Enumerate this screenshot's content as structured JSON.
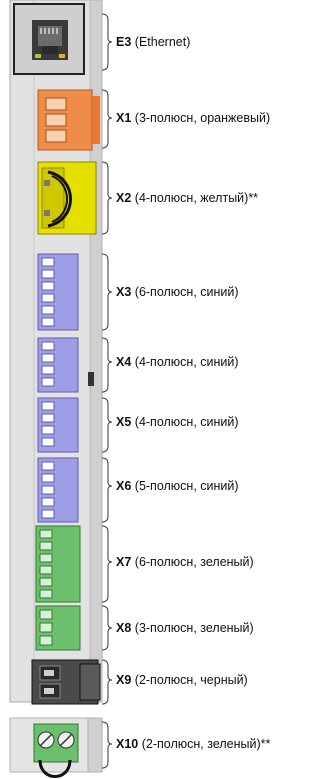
{
  "connectors": [
    {
      "id": "E3",
      "desc": "(Ethernet)"
    },
    {
      "id": "X1",
      "desc": "(3-полюсн, оранжевый)"
    },
    {
      "id": "X2",
      "desc": "(4-полюсн, желтый)**"
    },
    {
      "id": "X3",
      "desc": "(6-полюсн, синий)"
    },
    {
      "id": "X4",
      "desc": "(4-полюсн, синий)"
    },
    {
      "id": "X5",
      "desc": "(4-полюсн, синий)"
    },
    {
      "id": "X6",
      "desc": "(5-полюсн, синий)"
    },
    {
      "id": "X7",
      "desc": "(6-полюсн, зеленый)"
    },
    {
      "id": "X8",
      "desc": "(3-полюсн, зеленый)"
    },
    {
      "id": "X9",
      "desc": "(2-полюсн, черный)"
    },
    {
      "id": "X10",
      "desc": "(2-полюсн, зеленый)**"
    }
  ],
  "colors": {
    "housing": "#dcdcdc",
    "housing_edge": "#9a9a9a",
    "ethernet": "#3a3a3a",
    "orange": "#ef8c4a",
    "yellow": "#e6e000",
    "blue": "#9e9ee6",
    "green": "#6cbf6c",
    "black": "#3f3f3f",
    "bracket": "#444444"
  },
  "icons": {
    "E3": "rj45-port-icon",
    "X2": "cable-loop-icon",
    "X9": "terminal-block-icon",
    "X10": "screw-terminal-icon"
  }
}
